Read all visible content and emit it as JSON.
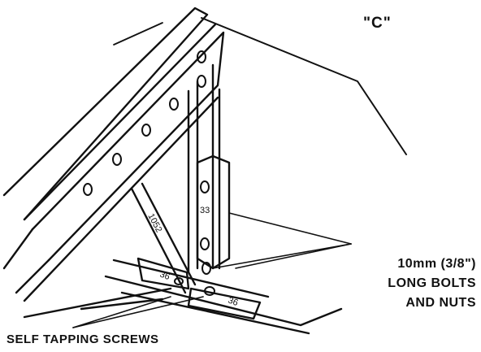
{
  "labels": {
    "view_id": "\"C\"",
    "bolts_line1": "10mm (3/8\")",
    "bolts_line2": "LONG BOLTS",
    "bolts_line3": "AND NUTS",
    "screws": "SELF TAPPING SCREWS"
  },
  "part_numbers": {
    "diagonal_brace": "1052",
    "upright": "33",
    "base_plate_left": "36",
    "base_plate_right": "36"
  }
}
